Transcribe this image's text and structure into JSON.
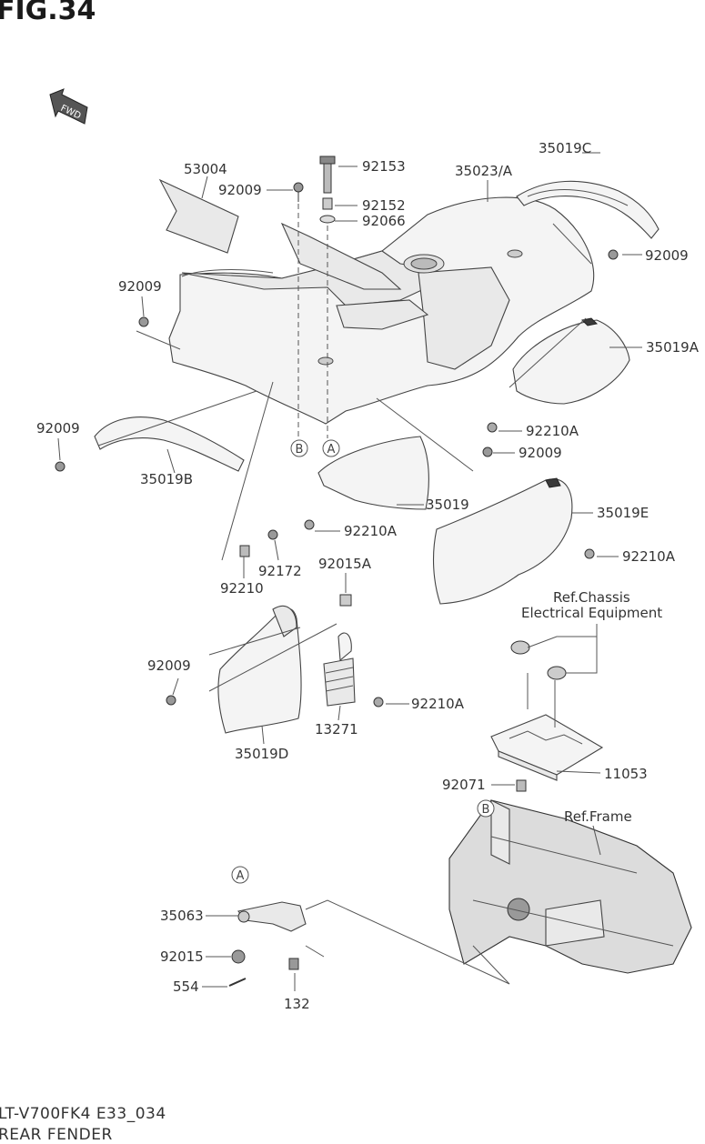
{
  "figure_title": "FIG.34",
  "fwd_badge": "FWD",
  "footer": {
    "model_line": "LT-V700FK4 E33_034",
    "section_line": "REAR FENDER"
  },
  "reference_labels": {
    "chassis_line1": "Ref.Chassis",
    "chassis_line2": "Electrical Equipment",
    "frame": "Ref.Frame"
  },
  "markers": {
    "b_top": "B",
    "a_top": "A",
    "b_frame": "B",
    "a_bottom": "A"
  },
  "callouts": {
    "p53004": "53004",
    "p92009_top": "92009",
    "p92153": "92153",
    "p92152": "92152",
    "p92066": "92066",
    "p35023A": "35023/A",
    "p35019C": "35019C",
    "p92009_right": "92009",
    "p92009_left": "92009",
    "p35019A": "35019A",
    "p92009_mid_left": "92009",
    "p92210A_1": "92210A",
    "p92009_center": "92009",
    "p35019B": "35019B",
    "p35019": "35019",
    "p35019E": "35019E",
    "p92210A_2": "92210A",
    "p92210A_3": "92210A",
    "p92210": "92210",
    "p92172": "92172",
    "p92015A": "92015A",
    "p92009_lower": "92009",
    "p92210A_4": "92210A",
    "p13271": "13271",
    "p35019D": "35019D",
    "p11053": "11053",
    "p92071": "92071",
    "p35063": "35063",
    "p92015": "92015",
    "p554": "554",
    "p132": "132"
  }
}
